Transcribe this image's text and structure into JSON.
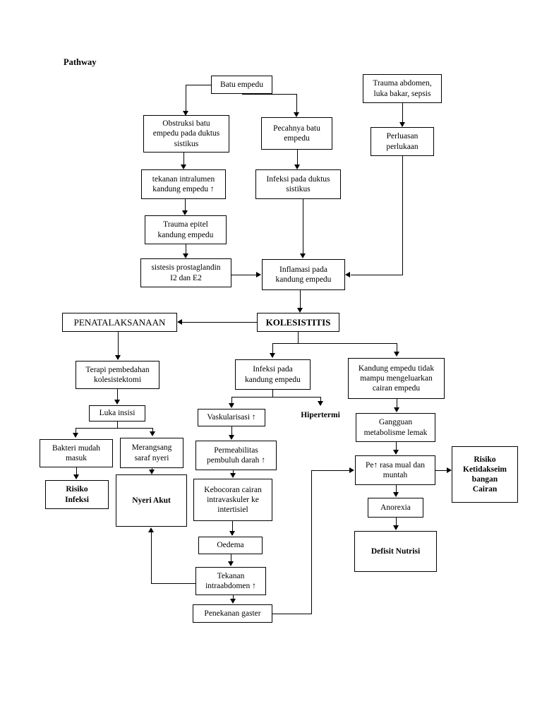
{
  "page": {
    "title": "Pathway"
  },
  "nodes": [
    {
      "id": "batu-empedu",
      "label": "Batu empedu"
    },
    {
      "id": "trauma-abdomen",
      "label": "Trauma abdomen,\nluka bakar, sepsis"
    },
    {
      "id": "obstruksi-batu",
      "label": "Obstruksi batu\nempedu pada duktus\nsistikus"
    },
    {
      "id": "pecahnya-batu",
      "label": "Pecahnya batu\nempedu"
    },
    {
      "id": "perluasan-perlukaan",
      "label": "Perluasan\nperlukaan"
    },
    {
      "id": "tekanan-intralumen",
      "label": "tekanan intralumen\nkandung empedu ↑"
    },
    {
      "id": "infeksi-duktus",
      "label": "Infeksi pada duktus\nsistikus"
    },
    {
      "id": "trauma-epitel",
      "label": "Trauma epitel\nkandung empedu"
    },
    {
      "id": "sistesis-prostaglandin",
      "label": "sistesis prostaglandin\nI2 dan E2"
    },
    {
      "id": "inflamasi",
      "label": "Inflamasi pada\nkandung empedu"
    },
    {
      "id": "penatalaksanaan",
      "label": "PENATALAKSANAAN"
    },
    {
      "id": "kolesistitis",
      "label": "KOLESISTITIS"
    },
    {
      "id": "terapi-pembedahan",
      "label": "Terapi pembedahan\nkolesistektomi"
    },
    {
      "id": "infeksi-kandung",
      "label": "Infeksi pada\nkandung empedu"
    },
    {
      "id": "kandung-tidak-mampu",
      "label": "Kandung empedu tidak\nmampu mengeluarkan\ncairan empedu"
    },
    {
      "id": "luka-insisi",
      "label": "Luka insisi"
    },
    {
      "id": "vaskularisasi",
      "label": "Vaskularisasi ↑"
    },
    {
      "id": "hipertermi",
      "label": "Hipertermi"
    },
    {
      "id": "gangguan-metabolisme",
      "label": "Gangguan\nmetabolisme lemak"
    },
    {
      "id": "bakteri-mudah-masuk",
      "label": "Bakteri mudah\nmasuk"
    },
    {
      "id": "merangsang-saraf",
      "label": "Merangsang\nsaraf nyeri"
    },
    {
      "id": "permeabilitas",
      "label": "Permeabilitas\npembuluh darah ↑"
    },
    {
      "id": "pe-rasa-mual",
      "label": "Pe↑ rasa mual dan\nmuntah"
    },
    {
      "id": "risiko-ketidakseimbangan",
      "label": "Risiko\nKetidakseim\nbangan\nCairan"
    },
    {
      "id": "risiko-infeksi",
      "label": "Risiko\nInfeksi"
    },
    {
      "id": "nyeri-akut",
      "label": "Nyeri Akut"
    },
    {
      "id": "kebocoran-cairan",
      "label": "Kebocoran cairan\nintravaskuler ke\nintertisiel"
    },
    {
      "id": "anorexia",
      "label": "Anorexia"
    },
    {
      "id": "oedema",
      "label": "Oedema"
    },
    {
      "id": "defisit-nutrisi",
      "label": "Defisit Nutrisi"
    },
    {
      "id": "tekanan-intraabdomen",
      "label": "Tekanan\nintraabdomen ↑"
    },
    {
      "id": "penekanan-gaster",
      "label": "Penekanan gaster"
    }
  ]
}
